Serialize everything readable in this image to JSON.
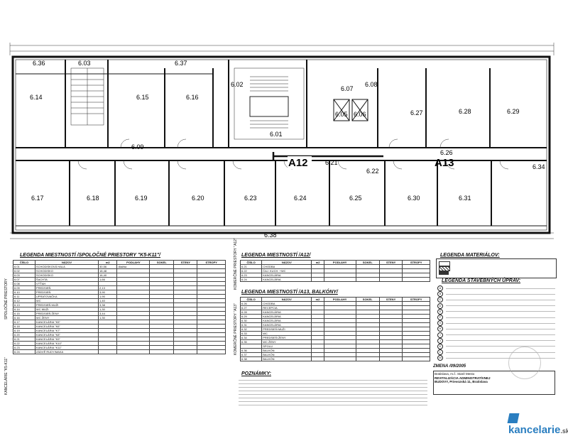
{
  "plan": {
    "section_labels": [
      "A12",
      "A13"
    ],
    "rooms": [
      {
        "id": "6.36"
      },
      {
        "id": "6.03"
      },
      {
        "id": "6.37"
      },
      {
        "id": "6.02"
      },
      {
        "id": "6.14"
      },
      {
        "id": "6.15"
      },
      {
        "id": "6.16"
      },
      {
        "id": "6.01"
      },
      {
        "id": "6.07"
      },
      {
        "id": "6.08"
      },
      {
        "id": "6.27"
      },
      {
        "id": "6.28"
      },
      {
        "id": "6.29"
      },
      {
        "id": "6.09"
      },
      {
        "id": "6.21"
      },
      {
        "id": "6.22"
      },
      {
        "id": "6.26"
      },
      {
        "id": "6.17"
      },
      {
        "id": "6.18"
      },
      {
        "id": "6.19"
      },
      {
        "id": "6.20"
      },
      {
        "id": "6.23"
      },
      {
        "id": "6.24"
      },
      {
        "id": "6.25"
      },
      {
        "id": "6.30"
      },
      {
        "id": "6.31"
      },
      {
        "id": "6.38"
      },
      {
        "id": "6.05"
      },
      {
        "id": "6.06"
      },
      {
        "id": "6.34"
      }
    ]
  },
  "legend_left": {
    "title": "LEGENDA MIESTNOSTÍ /SPOLOČNÉ PRIESTORY \"K5-K11\"/",
    "header": [
      "ČÍSLO",
      "NÁZOV",
      "m2",
      "PODLAHY",
      "SOKEL",
      "STENY",
      "STROPY"
    ],
    "side_label_1": "SPOLOČNÉ PRIESTORY",
    "side_label_2": "KANCELÁRIE \"K5-K11\"",
    "rows": [
      [
        "6.01",
        "SCHODISKOVÁ HALA",
        "30,56",
        "dlažba",
        "",
        "",
        ""
      ],
      [
        "6.02",
        "SCHODISKO",
        "18,48",
        "",
        "",
        "",
        ""
      ],
      [
        "6.03",
        "SCHODISKO",
        "16,40",
        "",
        "",
        "",
        ""
      ],
      [
        "6.07",
        "ŠACHTA",
        "1,66",
        "",
        "",
        "",
        ""
      ],
      [
        "6.08",
        "VÝŤAH",
        "",
        "",
        "",
        "",
        ""
      ],
      [
        "6.09",
        "PREDSIEŇ",
        "2,13",
        "",
        "",
        "",
        ""
      ],
      [
        "6.10",
        "PREDSIEŇ",
        "3,90",
        "",
        "",
        "",
        ""
      ],
      [
        "6.11",
        "UPRATOVAČKA",
        "1,90",
        "",
        "",
        "",
        ""
      ],
      [
        "6.12",
        "WC",
        "1,40",
        "",
        "",
        "",
        ""
      ],
      [
        "6.13",
        "PREDSIEŇ MUŽI",
        "3,38",
        "",
        "",
        "",
        ""
      ],
      [
        "6.14",
        "WC MUŽI",
        "1,30",
        "",
        "",
        "",
        ""
      ],
      [
        "6.15",
        "PREDSIEŇ ŽENY",
        "3,44",
        "",
        "",
        "",
        ""
      ],
      [
        "6.16",
        "WC ŽENY",
        "1,30",
        "",
        "",
        "",
        ""
      ],
      [
        "6.17",
        "KANCELÁRIA \"K5\"",
        "",
        "",
        "",
        "",
        ""
      ],
      [
        "6.18",
        "KANCELÁRIA \"K6\"",
        "",
        "",
        "",
        "",
        ""
      ],
      [
        "6.19",
        "KANCELÁRIA \"K7\"",
        "",
        "",
        "",
        "",
        ""
      ],
      [
        "6.20",
        "KANCELÁRIA \"K8\"",
        "",
        "",
        "",
        "",
        ""
      ],
      [
        "6.21",
        "KANCELÁRIA \"K9\"",
        "",
        "",
        "",
        "",
        ""
      ],
      [
        "6.22",
        "KANCELÁRIA \"K10\"",
        "",
        "",
        "",
        "",
        ""
      ],
      [
        "6.23",
        "KANCELÁRIA \"K11\"",
        "",
        "",
        "",
        "",
        ""
      ],
      [
        "6.24",
        "ZÁDVĚ RUDY/MAKA",
        "",
        "",
        "",
        "",
        ""
      ]
    ]
  },
  "legend_a12": {
    "title": "LEGENDA MIESTNOSTÍ /A12/",
    "header": [
      "ČÍSLO",
      "NÁZOV",
      "m2",
      "PODLAHY",
      "SOKEL",
      "STENY",
      "STROPY"
    ],
    "side_label": "KOMERČNÉ PRIESTORY \"A12\"",
    "rows": [
      [
        "6.21",
        "CHODBA",
        "",
        "",
        "",
        "",
        ""
      ],
      [
        "6.22",
        "ČAJ. KUCH. +WC",
        "",
        "",
        "",
        "",
        ""
      ],
      [
        "6.23",
        "KANCELÁRIA",
        "",
        "",
        "",
        "",
        ""
      ],
      [
        "6.24",
        "KANCELÁRIA",
        "",
        "",
        "",
        "",
        ""
      ]
    ]
  },
  "legend_a13": {
    "title": "LEGENDA MIESTNOSTÍ /A13, BALKÓNY/",
    "header": [
      "ČÍSLO",
      "NÁZOV",
      "m2",
      "PODLAHY",
      "SOKEL",
      "STENY",
      "STROPY"
    ],
    "side_label": "KOMERČNÉ PRIESTORY \"A13\"",
    "rows": [
      [
        "6.26",
        "CHODBA",
        "",
        "",
        "",
        "",
        ""
      ],
      [
        "6.27",
        "RECEPCIA",
        "",
        "",
        "",
        "",
        ""
      ],
      [
        "6.28",
        "KANCELÁRIA",
        "",
        "",
        "",
        "",
        ""
      ],
      [
        "6.29",
        "KANCELÁRIA",
        "",
        "",
        "",
        "",
        ""
      ],
      [
        "6.30",
        "KANCELÁRIA",
        "",
        "",
        "",
        "",
        ""
      ],
      [
        "6.31",
        "KANCELÁRIA",
        "",
        "",
        "",
        "",
        ""
      ],
      [
        "6.32",
        "PREDSIEŇ MUŽI",
        "",
        "",
        "",
        "",
        ""
      ],
      [
        "6.33",
        "WC",
        "",
        "",
        "",
        "",
        ""
      ],
      [
        "6.34",
        "PREDSIEŇ ŽENY",
        "",
        "",
        "",
        "",
        ""
      ],
      [
        "6.35",
        "WC ŽENY",
        "",
        "",
        "",
        "",
        ""
      ],
      [
        "",
        "SPOLU",
        "",
        "",
        "",
        "",
        ""
      ],
      [
        "6.36",
        "BALKÓN",
        "",
        "",
        "",
        "",
        ""
      ],
      [
        "6.37",
        "BALKÓN",
        "",
        "",
        "",
        "",
        ""
      ],
      [
        "6.38",
        "BALKÓN",
        "",
        "",
        "",
        "",
        ""
      ]
    ]
  },
  "legend_materials": {
    "title": "LEGENDA MATERIÁLOV:"
  },
  "legend_changes": {
    "title": "LEGENDA STAVEBNÝCH ÚPRAV:",
    "markers": [
      "A",
      "B",
      "C",
      "D",
      "E",
      "F",
      "G",
      "H",
      "I",
      "J",
      "K",
      "L",
      "M"
    ]
  },
  "notes": {
    "title": "POZNÁMKY:"
  },
  "stamp": {
    "line1": "Bratislava, m.č. Staré Mesto",
    "line2": "REVITALIZÁCIA ADMINISTRATÍVNEJ",
    "line3": "BUDOVY, Prievozská 11, Bratislava",
    "revision": "ZMENA /09/2005"
  },
  "watermark": {
    "brand": "kancelarie",
    "suffix": ".sk"
  },
  "colors": {
    "line": "#1a1a1a",
    "brand": "#2a7ec0"
  }
}
